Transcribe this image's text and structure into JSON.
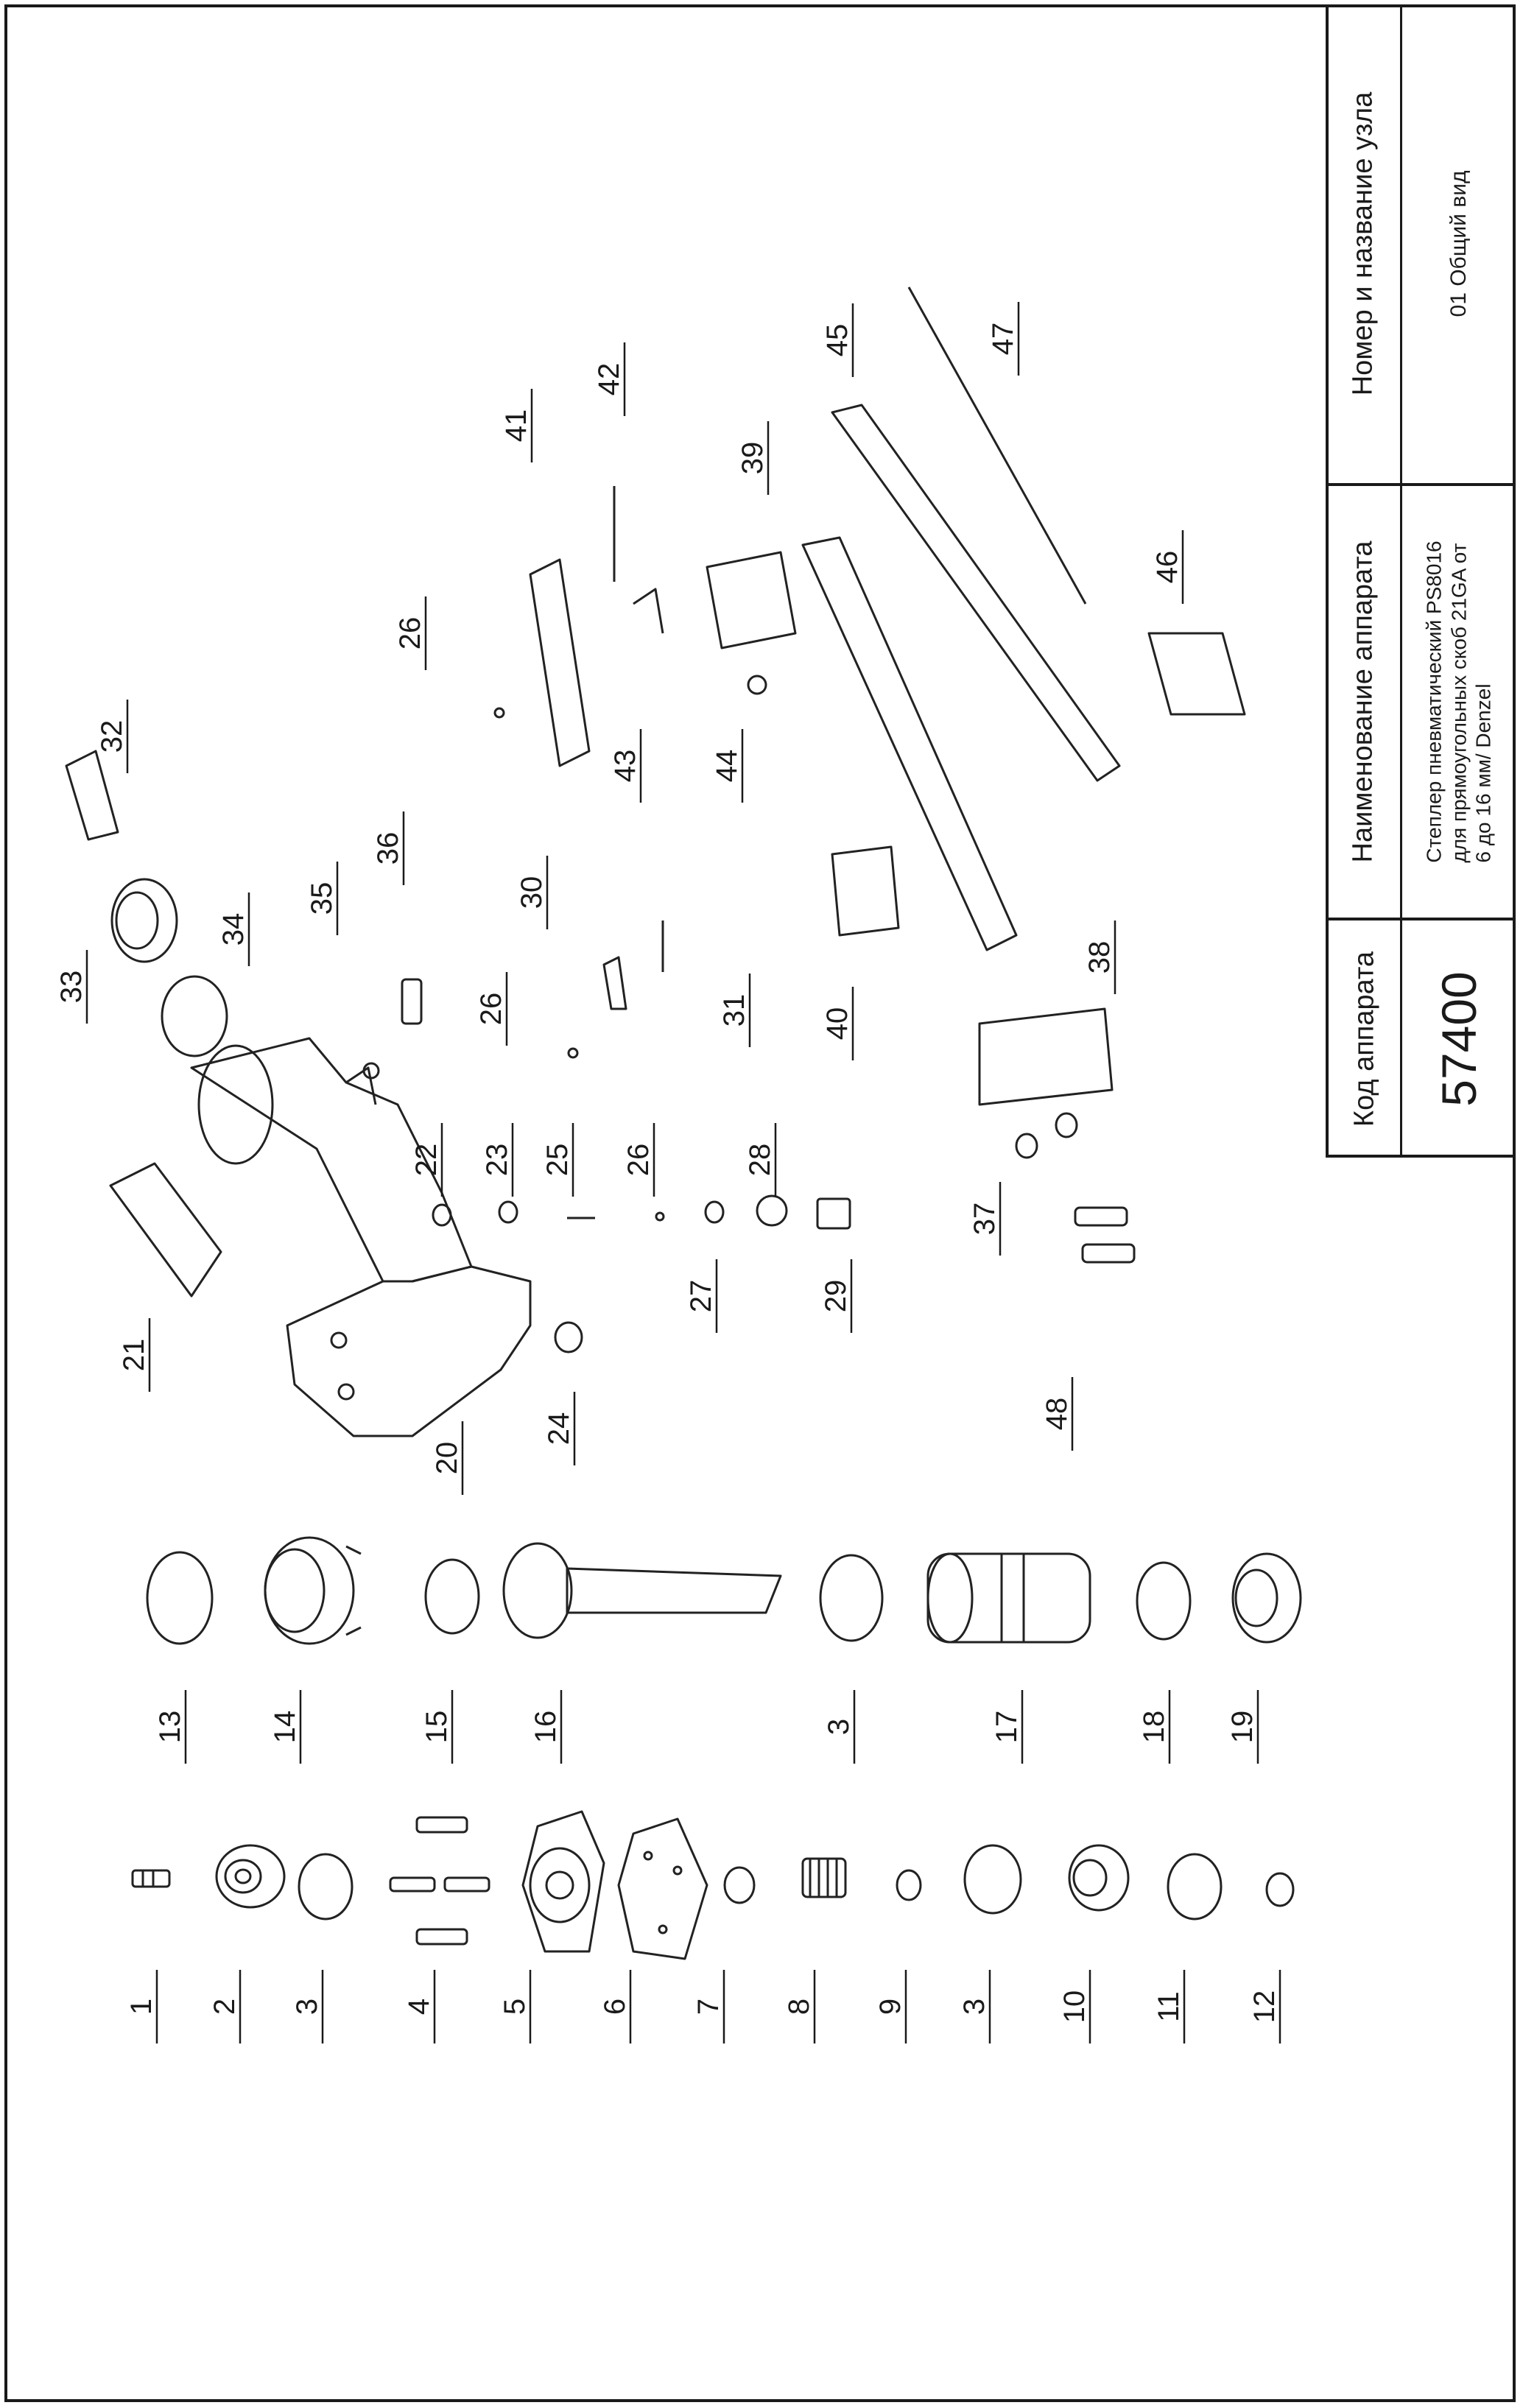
{
  "title_block": {
    "code_header": "Код аппарата",
    "code_value": "57400",
    "name_header": "Наименование аппарата",
    "name_value_lines": [
      "Степлер пневматический PS8016",
      "для прямоугольных скоб 21GA от",
      "6 до 16 мм/ Denzel"
    ],
    "unit_header": "Номер и название узла",
    "unit_value": "01 Общий вид"
  },
  "callouts": [
    "1",
    "2",
    "3",
    "4",
    "5",
    "6",
    "7",
    "8",
    "9",
    "3",
    "10",
    "11",
    "12",
    "13",
    "14",
    "15",
    "16",
    "3",
    "17",
    "18",
    "19",
    "20",
    "21",
    "22",
    "23",
    "24",
    "25",
    "26",
    "27",
    "28",
    "29",
    "30",
    "31",
    "26",
    "32",
    "33",
    "34",
    "35",
    "36",
    "37",
    "38",
    "39",
    "40",
    "41",
    "42",
    "26",
    "43",
    "44",
    "45",
    "46",
    "47",
    "48"
  ]
}
